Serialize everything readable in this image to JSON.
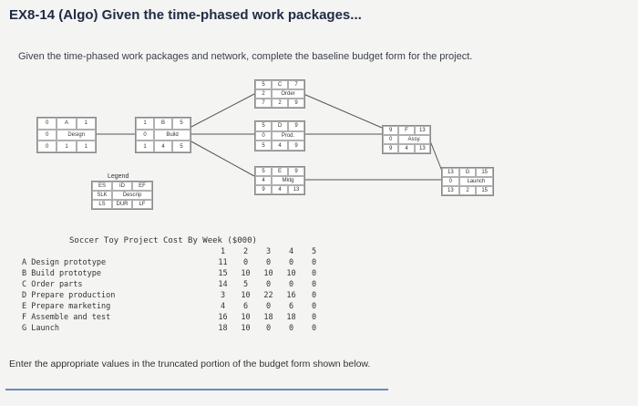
{
  "title": "EX8-14 (Algo) Given the time-phased work packages...",
  "subtitle": "Given the time-phased work packages and network, complete the baseline budget form for the project.",
  "network": {
    "nodes": [
      {
        "id": "A",
        "cells": [
          "0",
          "A",
          "1",
          "0",
          "Design",
          "",
          "0",
          "1",
          "1"
        ]
      },
      {
        "id": "B",
        "cells": [
          "1",
          "B",
          "5",
          "0",
          "Build",
          "",
          "1",
          "4",
          "5"
        ]
      },
      {
        "id": "C",
        "cells": [
          "5",
          "C",
          "7",
          "2",
          "Order",
          "",
          "7",
          "2",
          "9"
        ]
      },
      {
        "id": "D",
        "cells": [
          "5",
          "D",
          "9",
          "0",
          "Prod.",
          "",
          "5",
          "4",
          "9"
        ]
      },
      {
        "id": "E",
        "cells": [
          "5",
          "E",
          "9",
          "4",
          "Mktg",
          "",
          "9",
          "4",
          "13"
        ]
      },
      {
        "id": "F",
        "cells": [
          "9",
          "F",
          "13",
          "0",
          "Assy.",
          "",
          "9",
          "4",
          "13"
        ]
      },
      {
        "id": "G",
        "cells": [
          "13",
          "G",
          "15",
          "0",
          "Launch",
          "",
          "13",
          "2",
          "15"
        ]
      }
    ],
    "legend": {
      "title": "Legend",
      "cells": [
        "ES",
        "ID",
        "EF",
        "SLK",
        "Descrip",
        "",
        "LS",
        "DUR",
        "LF"
      ]
    }
  },
  "table": {
    "title": "Soccer Toy Project Cost By Week ($000)",
    "weeks": [
      "1",
      "2",
      "3",
      "4",
      "5"
    ],
    "rows": [
      {
        "label": "A Design prototype",
        "values": [
          "11",
          "0",
          "0",
          "0",
          "0"
        ]
      },
      {
        "label": "B Build prototype",
        "values": [
          "15",
          "10",
          "10",
          "10",
          "0"
        ]
      },
      {
        "label": "C Order parts",
        "values": [
          "14",
          "5",
          "0",
          "0",
          "0"
        ]
      },
      {
        "label": "D Prepare production",
        "values": [
          "3",
          "10",
          "22",
          "16",
          "0"
        ]
      },
      {
        "label": "E Prepare marketing",
        "values": [
          "4",
          "6",
          "0",
          "6",
          "0"
        ]
      },
      {
        "label": "F Assemble and test",
        "values": [
          "16",
          "10",
          "18",
          "18",
          "0"
        ]
      },
      {
        "label": "G Launch",
        "values": [
          "18",
          "10",
          "0",
          "0",
          "0"
        ]
      }
    ]
  },
  "instruction": "Enter the appropriate values in the truncated portion of the budget form shown below.",
  "colors": {
    "title": "#1f2a44",
    "line": "#555555",
    "underline": "#6c88b8"
  }
}
